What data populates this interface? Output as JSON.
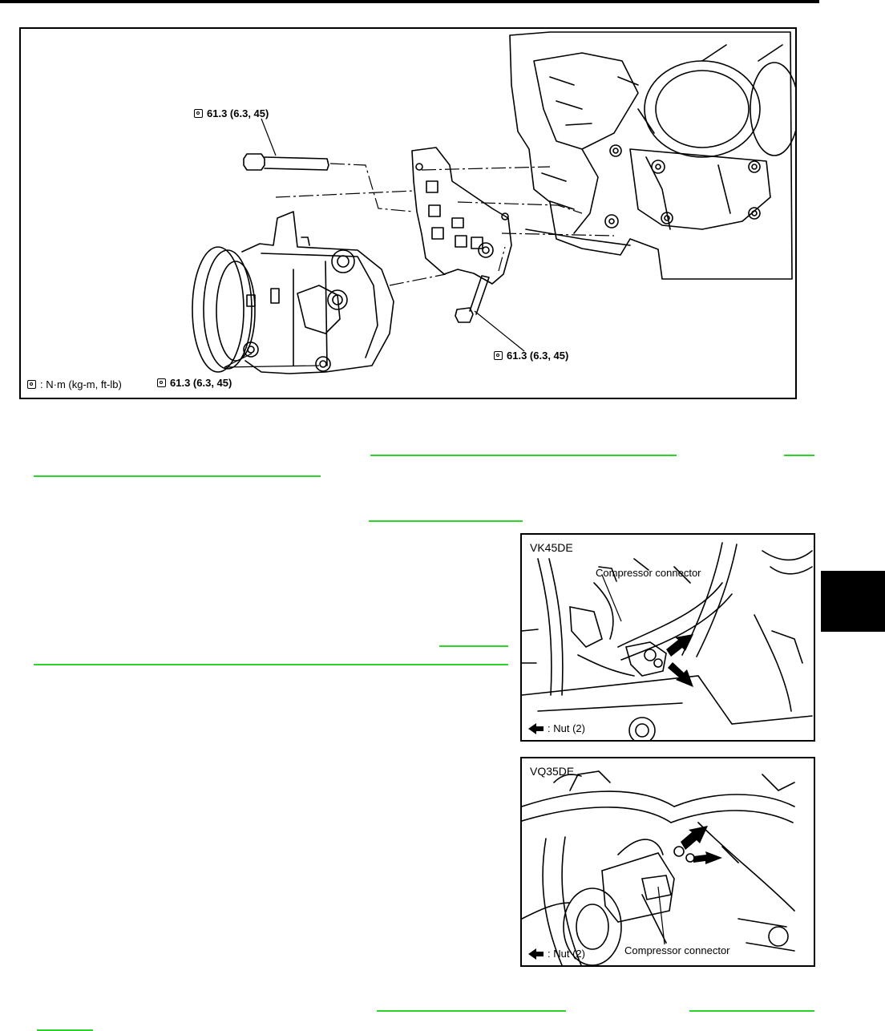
{
  "main_figure": {
    "torque_top": "61.3 (6.3, 45)",
    "torque_right": "61.3 (6.3, 45)",
    "torque_bottom": "61.3 (6.3, 45)",
    "unit_legend": ": N·m (kg-m, ft-lb)"
  },
  "vk45de_figure": {
    "model": "VK45DE",
    "connector_label": "Compressor connector",
    "nut_legend": ": Nut (2)"
  },
  "vq35de_figure": {
    "model": "VQ35DE",
    "connector_label": "Compressor connector",
    "nut_legend": ": Nut (2)"
  },
  "colors": {
    "link": "#2bd32b",
    "ink": "#000000"
  },
  "icons": [
    "torque-wrench-icon",
    "arrow-left-icon"
  ]
}
